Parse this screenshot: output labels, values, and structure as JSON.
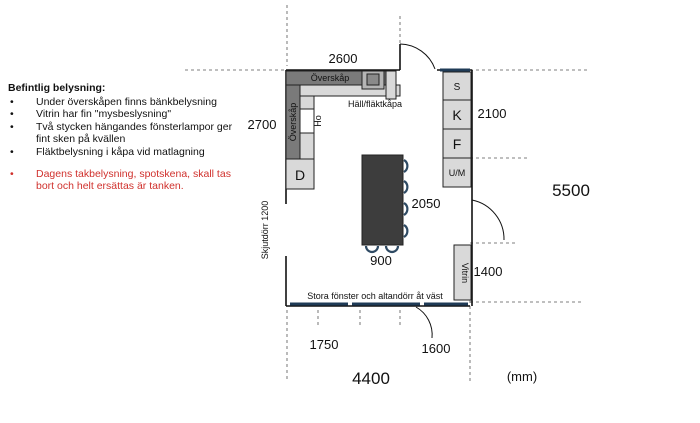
{
  "notes": {
    "title": "Befintlig belysning:",
    "items": [
      "Under överskåpen finns bänkbelysning",
      "Vitrin har fin \"mysbeslysning\"",
      "Två stycken hängandes fönsterlampor ger fint sken på kvällen",
      "Fläktbelysning i kåpa vid matlagning"
    ],
    "warning": "Dagens takbelysning, spotskena, skall tas bort och helt ersättas är tanken."
  },
  "labels": {
    "overskap_top": "Överskåp",
    "overskap_left": "Överskåp",
    "ho": "Ho",
    "hall": "Häll/fläktkåpa",
    "d": "D",
    "s": "S",
    "k": "K",
    "f": "F",
    "um": "U/M",
    "vitrin": "Vitrin",
    "skjutdorr": "Skjutdörr 1200",
    "fonster": "Stora fönster och altandörr åt väst"
  },
  "dims": {
    "d2600": "2600",
    "d2700": "2700",
    "d2100": "2100",
    "d5500": "5500",
    "d2050": "2050",
    "d900": "900",
    "d1400": "1400",
    "d1750": "1750",
    "d1600": "1600",
    "d4400": "4400",
    "unit": "(mm)"
  },
  "colors": {
    "cabinet_dark": "#7a7a7a",
    "cabinet_mid": "#b5b5b5",
    "cabinet_light": "#d9d9d9",
    "island": "#3d3d3d",
    "window": "#1f3b57",
    "warning": "#d0312d"
  }
}
